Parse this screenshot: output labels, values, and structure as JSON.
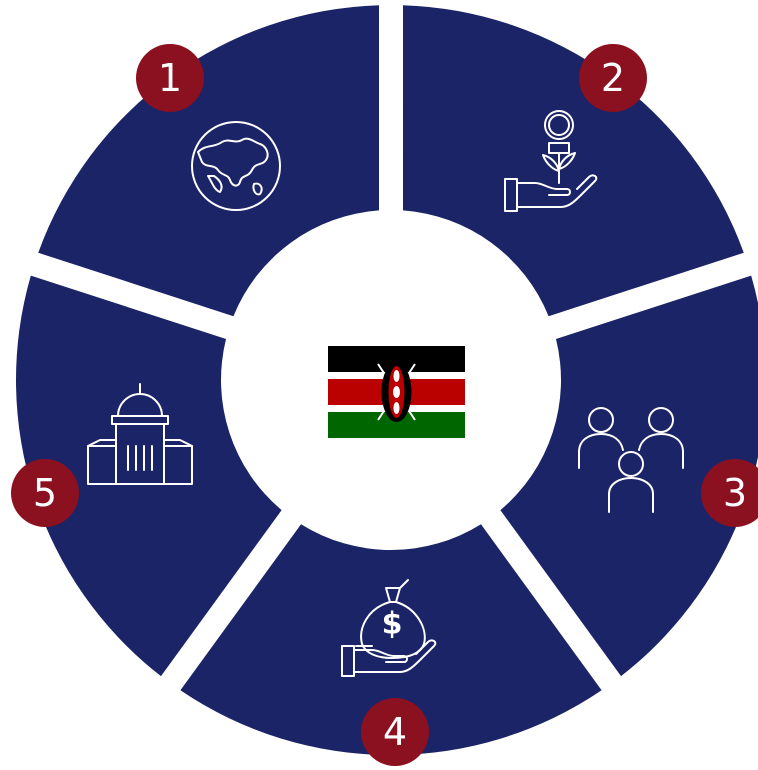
{
  "colors": {
    "segment": "#1b2466",
    "badge": "#8b1020",
    "gap": "#ffffff",
    "flag_black": "#000000",
    "flag_red": "#bb0000",
    "flag_green": "#006600"
  },
  "segments": [
    {
      "number": "1",
      "icon": "globe-icon"
    },
    {
      "number": "2",
      "icon": "plant-in-hand-icon"
    },
    {
      "number": "3",
      "icon": "people-group-icon"
    },
    {
      "number": "4",
      "icon": "money-bag-hand-icon"
    },
    {
      "number": "5",
      "icon": "government-building-icon"
    }
  ],
  "center": {
    "icon": "kenya-flag"
  }
}
